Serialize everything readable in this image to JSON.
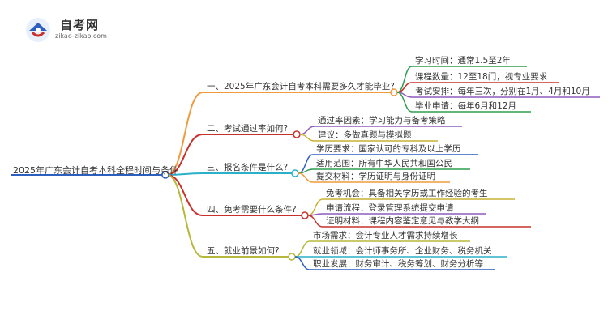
{
  "logo": {
    "title": "自考网",
    "url": "zikao-zikao.com"
  },
  "root": "2025年广东会计自考本科全程时间与条件",
  "branches": [
    {
      "title": "一、2025年广东会计自考本科需要多久才能毕业?",
      "color": "#f29b3c",
      "leaves": [
        "学习时间：通常1.5至2年",
        "课程数量：12至18门，视专业要求",
        "考试安排：每年三次，分别在1月、4月和10月",
        "毕业申请：每年6月和12月"
      ],
      "leaf_colors": [
        "#2f9e4f",
        "#c9302c",
        "#8e5bbf",
        "#2f9e4f"
      ]
    },
    {
      "title": "二、考试通过率如何?",
      "color": "#c9302c",
      "leaves": [
        "通过率因素：学习能力与备考策略",
        "建议：多做真题与模拟题"
      ],
      "leaf_colors": [
        "#8e5bbf",
        "#c9b233"
      ]
    },
    {
      "title": "三、报名条件是什么?",
      "color": "#2ab0c8",
      "leaves": [
        "学历要求：国家认可的专科及以上学历",
        "适用范围：所有中华人民共和国公民",
        "提交材料：学历证明与身份证明"
      ],
      "leaf_colors": [
        "#2c5fbf",
        "#2f9e4f",
        "#f29b3c"
      ]
    },
    {
      "title": "四、免考需要什么条件?",
      "color": "#c9302c",
      "leaves": [
        "免考机会：具备相关学历或工作经验的考生",
        "申请流程：登录管理系统提交申请",
        "证明材料：课程内容鉴定意见与教学大纲"
      ],
      "leaf_colors": [
        "#c9b233",
        "#8e5bbf",
        "#c9302c"
      ]
    },
    {
      "title": "五、就业前景如何?",
      "color": "#b5b83a",
      "leaves": [
        "市场需求：会计专业人才需求持续增长",
        "就业领域：会计师事务所、企业财务、税务机关",
        "职业发展：财务审计、税务筹划、财务分析等"
      ],
      "leaf_colors": [
        "#b5b83a",
        "#2ab0c8",
        "#2c5fbf"
      ]
    }
  ],
  "colors": {
    "root_line": "#2c5fbf",
    "text": "#333333"
  }
}
